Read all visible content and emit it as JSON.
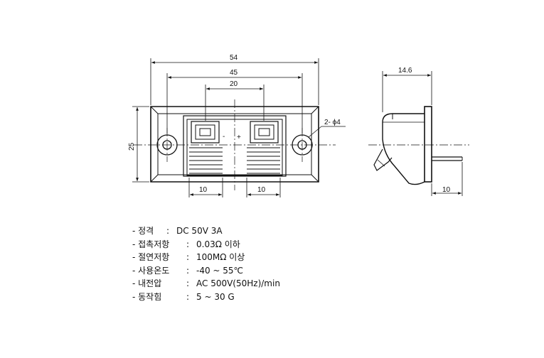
{
  "dimensions": {
    "overall_width": "54",
    "hole_spacing": "45",
    "terminal_spacing": "20",
    "height": "25",
    "hole_callout": "2- ϕ4",
    "left_terminal_width": "10",
    "right_terminal_width": "10",
    "side_depth": "14.6",
    "pin_length": "10"
  },
  "polarity": {
    "minus": "-",
    "plus": "+"
  },
  "specs": [
    {
      "label": "- 정격",
      "value": "DC 50V 3A"
    },
    {
      "label": "- 접촉저항",
      "value": "0.03Ω 이하"
    },
    {
      "label": "- 절연저항",
      "value": "100MΩ 이상"
    },
    {
      "label": "- 사용온도",
      "value": "-40 ~ 55℃"
    },
    {
      "label": "- 내전압",
      "value": "AC 500V(50Hz)/min"
    },
    {
      "label": "- 동작힘",
      "value": "5 ~ 30 G"
    }
  ],
  "colon": ":"
}
